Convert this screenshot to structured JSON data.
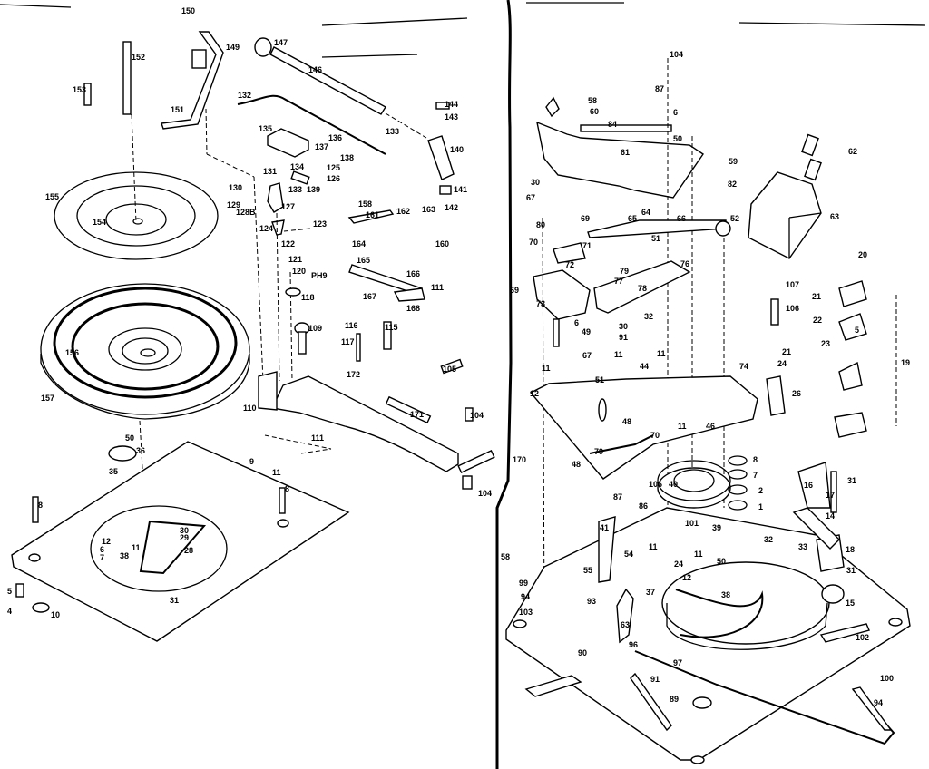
{
  "diagram": {
    "type": "exploded parts diagram",
    "labels": [
      "150",
      "149",
      "147",
      "152",
      "153",
      "151",
      "146",
      "132",
      "133",
      "144",
      "143",
      "140",
      "135",
      "136",
      "137",
      "138",
      "134",
      "125",
      "126",
      "131",
      "133",
      "139",
      "130",
      "129",
      "128B",
      "127",
      "141",
      "142",
      "155",
      "154",
      "158",
      "161",
      "162",
      "163",
      "124",
      "123",
      "122",
      "121",
      "120",
      "PH9",
      "118",
      "164",
      "160",
      "165",
      "166",
      "167",
      "111",
      "168",
      "109",
      "116",
      "117",
      "115",
      "156",
      "172",
      "105",
      "157",
      "110",
      "171",
      "104",
      "111",
      "9",
      "11",
      "50",
      "36",
      "35",
      "8",
      "8",
      "30",
      "29",
      "28",
      "12",
      "6",
      "7",
      "38",
      "11",
      "31",
      "5",
      "4",
      "10",
      "170",
      "104",
      "104",
      "87",
      "58",
      "60",
      "84",
      "6",
      "50",
      "61",
      "59",
      "82",
      "62",
      "63",
      "30",
      "67",
      "64",
      "65",
      "66",
      "52",
      "51",
      "80",
      "69",
      "70",
      "71",
      "72",
      "76",
      "79",
      "77",
      "78",
      "69",
      "73",
      "107",
      "106",
      "21",
      "22",
      "23",
      "20",
      "5",
      "19",
      "21",
      "24",
      "6",
      "49",
      "67",
      "30",
      "91",
      "32",
      "11",
      "11",
      "44",
      "11",
      "74",
      "12",
      "51",
      "48",
      "70",
      "79",
      "11",
      "46",
      "26",
      "8",
      "7",
      "2",
      "1",
      "40",
      "106",
      "87",
      "86",
      "48",
      "41",
      "101",
      "39",
      "16",
      "17",
      "14",
      "31",
      "31",
      "32",
      "33",
      "18",
      "15",
      "102",
      "100",
      "94",
      "54",
      "11",
      "24",
      "11",
      "50",
      "37",
      "38",
      "12",
      "58",
      "99",
      "94",
      "103",
      "55",
      "93",
      "63",
      "96",
      "90",
      "97",
      "91",
      "89"
    ]
  }
}
